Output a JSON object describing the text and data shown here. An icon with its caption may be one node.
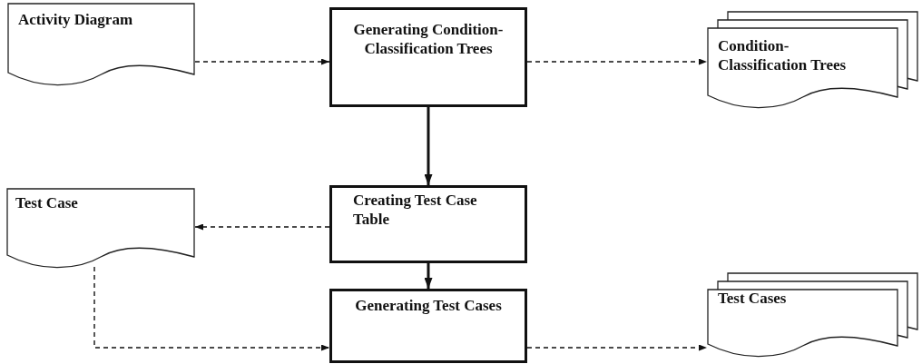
{
  "diagram": {
    "nodes": [
      {
        "text": [
          "Activity Diagram"
        ]
      },
      {
        "text": [
          "Generating Condition-Classification Trees"
        ]
      },
      {
        "text": [
          "Condition-Classification Trees"
        ]
      },
      {
        "text": [
          "Test Case"
        ]
      },
      {
        "text": [
          "Creating Test Case Table"
        ]
      },
      {
        "text": [
          "Generating Test Cases"
        ]
      },
      {
        "text": [
          "Test Cases"
        ]
      }
    ],
    "edges": [
      {
        "from": 0,
        "to": 1,
        "arrow": "to",
        "style": "dashed"
      },
      {
        "from": 1,
        "to": 2,
        "arrow": "to",
        "style": "dashed"
      },
      {
        "from": 1,
        "to": 4,
        "arrow": "to",
        "style": "thick"
      },
      {
        "from": 4,
        "to": 3,
        "arrow": "to",
        "style": "dashed"
      },
      {
        "from": 4,
        "to": 5,
        "arrow": "to",
        "style": "thick"
      },
      {
        "from": 3,
        "to": 5,
        "arrow": "to",
        "style": "dashed"
      },
      {
        "from": 5,
        "to": 6,
        "arrow": "to",
        "style": "dashed"
      }
    ]
  }
}
